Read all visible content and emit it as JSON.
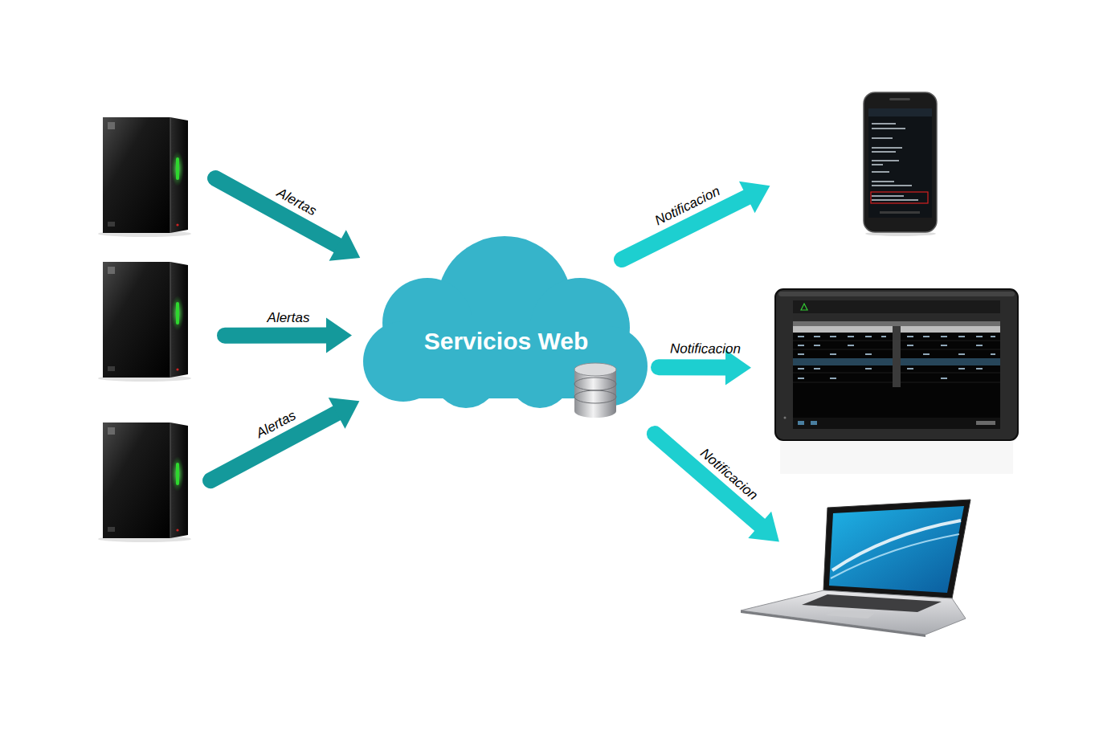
{
  "diagram": {
    "nodes": [
      {
        "text": []
      },
      {
        "text": []
      },
      {
        "text": []
      },
      {
        "text": [
          "Servicios Web"
        ]
      },
      {
        "text": []
      },
      {
        "text": []
      },
      {
        "text": []
      }
    ],
    "edges": [
      {
        "from": 0,
        "to": 3,
        "arrow": "to",
        "label": "Alertas"
      },
      {
        "from": 1,
        "to": 3,
        "arrow": "to",
        "label": "Alertas"
      },
      {
        "from": 2,
        "to": 3,
        "arrow": "to",
        "label": "Alertas"
      },
      {
        "from": 3,
        "to": 4,
        "arrow": "to",
        "label": "Notificacion"
      },
      {
        "from": 3,
        "to": 5,
        "arrow": "to",
        "label": "Notificacion"
      },
      {
        "from": 3,
        "to": 6,
        "arrow": "to",
        "label": "Notificacion"
      }
    ]
  }
}
